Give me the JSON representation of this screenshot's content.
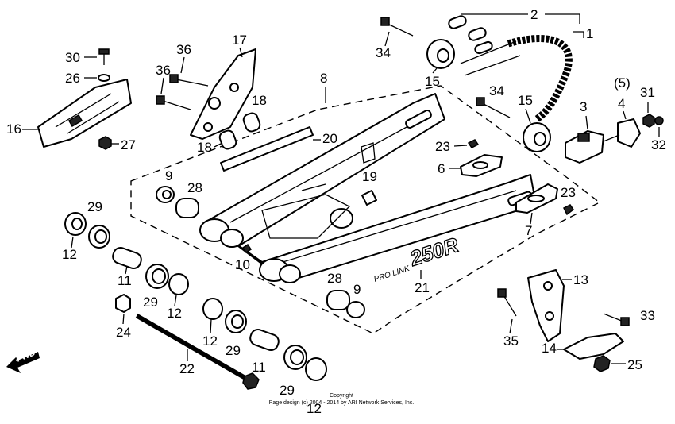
{
  "labels": {
    "n1": "1",
    "n2": "2",
    "n3": "3",
    "n4": "4",
    "n4p": "(5)",
    "n6": "6",
    "n7": "7",
    "n8": "8",
    "n9a": "9",
    "n9b": "9",
    "n10": "10",
    "n11a": "11",
    "n11b": "11",
    "n12a": "12",
    "n12b": "12",
    "n12c": "12",
    "n12d": "12",
    "n13": "13",
    "n14": "14",
    "n15a": "15",
    "n15b": "15",
    "n16": "16",
    "n17": "17",
    "n18a": "18",
    "n18b": "18",
    "n19": "19",
    "n20": "20",
    "n21": "21",
    "n22": "22",
    "n23a": "23",
    "n23b": "23",
    "n24": "24",
    "n25": "25",
    "n26": "26",
    "n27": "27",
    "n28a": "28",
    "n28b": "28",
    "n29a": "29",
    "n29b": "29",
    "n29c": "29",
    "n29d": "29",
    "n30": "30",
    "n31": "31",
    "n32": "32",
    "n33": "33",
    "n34a": "34",
    "n34b": "34",
    "n35": "35",
    "n36a": "36",
    "n36b": "36"
  },
  "decal_text": "250R",
  "decal_prefix": "PRO LINK",
  "fwd": "FWD",
  "copyright_line1": "Copyright",
  "copyright_line2": "Page design (c) 2004 - 2014 by ARI Network Services, Inc."
}
